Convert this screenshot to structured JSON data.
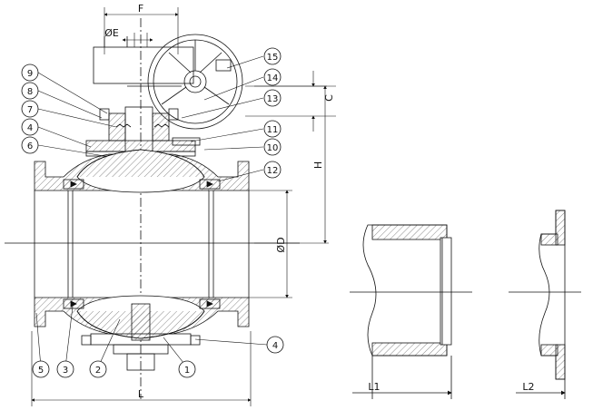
{
  "dimensions": {
    "F": "F",
    "OE": "ØE",
    "C": "C",
    "H": "H",
    "OD": "ØD",
    "L": "L",
    "L1": "L1",
    "L2": "L2"
  },
  "balloons": [
    "1",
    "2",
    "3",
    "4",
    "5",
    "6",
    "7",
    "8",
    "9",
    "10",
    "11",
    "12",
    "13",
    "14",
    "15"
  ],
  "balloon_4_repeat": "4",
  "colors": {
    "line": "#111111",
    "hatch": "#555555",
    "background": "#ffffff"
  }
}
